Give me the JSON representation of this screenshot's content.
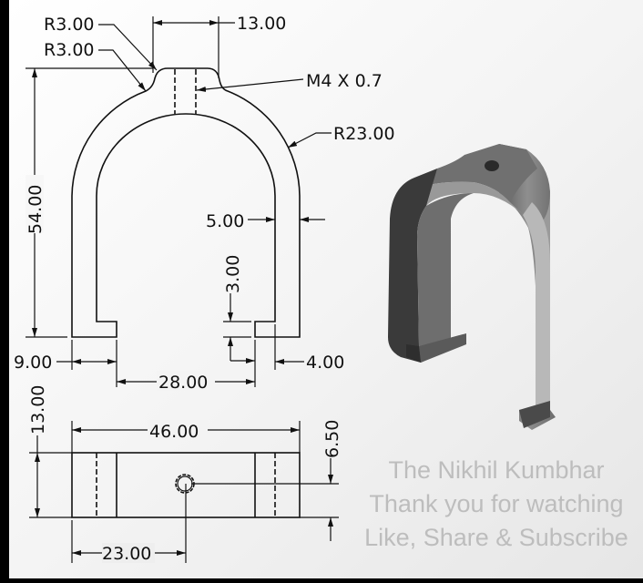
{
  "drawing": {
    "front_view": {
      "radius_fillet_1": "R3.00",
      "radius_fillet_2": "R3.00",
      "boss_width": "13.00",
      "thread": "M4 X 0.7",
      "outer_radius": "R23.00",
      "height": "54.00",
      "wall_thickness": "5.00",
      "foot_height": "3.00",
      "left_offset": "9.00",
      "right_offset": "4.00",
      "gap_width": "28.00"
    },
    "bottom_view": {
      "depth": "13.00",
      "overall_width": "46.00",
      "hole_offset_y": "6.50",
      "hole_offset_x": "23.00"
    }
  },
  "watermark": {
    "line1": "The Nikhil Kumbhar",
    "line2": "Thank you for watching",
    "line3": "Like, Share & Subscribe"
  },
  "colors": {
    "background": "#f2f2f2",
    "line": "#111111",
    "model_dark": "#3a3a3a",
    "model_light": "#8a8a8a"
  }
}
